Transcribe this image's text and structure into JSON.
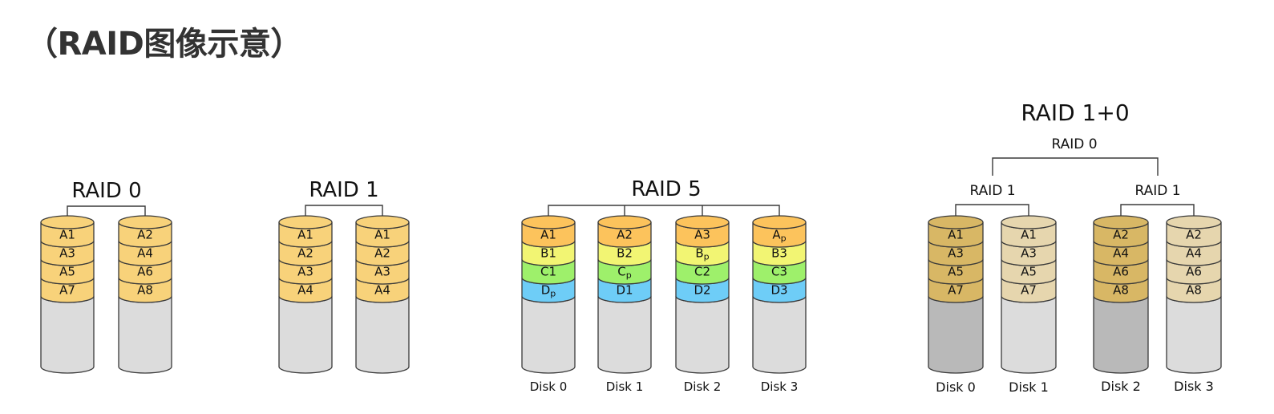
{
  "page_title": "（RAID图像示意）",
  "colors": {
    "stroke": "#3a3a3a",
    "empty_body": "#dcdcdc",
    "yellow": "#f8d27a",
    "orange": "#fcc35c",
    "lime": "#f2f573",
    "green": "#9ef06b",
    "blue": "#6ecdf7",
    "tan_dark": "#d8b765",
    "tan_light": "#e6d6ae",
    "gray_body": "#b9b9b9"
  },
  "diagrams": {
    "raid0": {
      "title": "RAID 0",
      "disks": [
        {
          "blocks": [
            {
              "label": "A1",
              "color": "yellow"
            },
            {
              "label": "A3",
              "color": "yellow"
            },
            {
              "label": "A5",
              "color": "yellow"
            },
            {
              "label": "A7",
              "color": "yellow"
            }
          ],
          "body": "empty_body"
        },
        {
          "blocks": [
            {
              "label": "A2",
              "color": "yellow"
            },
            {
              "label": "A4",
              "color": "yellow"
            },
            {
              "label": "A6",
              "color": "yellow"
            },
            {
              "label": "A8",
              "color": "yellow"
            }
          ],
          "body": "empty_body"
        }
      ]
    },
    "raid1": {
      "title": "RAID 1",
      "disks": [
        {
          "blocks": [
            {
              "label": "A1",
              "color": "yellow"
            },
            {
              "label": "A2",
              "color": "yellow"
            },
            {
              "label": "A3",
              "color": "yellow"
            },
            {
              "label": "A4",
              "color": "yellow"
            }
          ],
          "body": "empty_body"
        },
        {
          "blocks": [
            {
              "label": "A1",
              "color": "yellow"
            },
            {
              "label": "A2",
              "color": "yellow"
            },
            {
              "label": "A3",
              "color": "yellow"
            },
            {
              "label": "A4",
              "color": "yellow"
            }
          ],
          "body": "empty_body"
        }
      ]
    },
    "raid5": {
      "title": "RAID 5",
      "disks": [
        {
          "label": "Disk 0",
          "blocks": [
            {
              "label": "A1",
              "color": "orange"
            },
            {
              "label": "B1",
              "color": "lime"
            },
            {
              "label": "C1",
              "color": "green"
            },
            {
              "label": "Dp",
              "color": "blue"
            }
          ],
          "body": "empty_body"
        },
        {
          "label": "Disk 1",
          "blocks": [
            {
              "label": "A2",
              "color": "orange"
            },
            {
              "label": "B2",
              "color": "lime"
            },
            {
              "label": "Cp",
              "color": "green"
            },
            {
              "label": "D1",
              "color": "blue"
            }
          ],
          "body": "empty_body"
        },
        {
          "label": "Disk 2",
          "blocks": [
            {
              "label": "A3",
              "color": "orange"
            },
            {
              "label": "Bp",
              "color": "lime"
            },
            {
              "label": "C2",
              "color": "green"
            },
            {
              "label": "D2",
              "color": "blue"
            }
          ],
          "body": "empty_body"
        },
        {
          "label": "Disk 3",
          "blocks": [
            {
              "label": "Ap",
              "color": "orange"
            },
            {
              "label": "B3",
              "color": "lime"
            },
            {
              "label": "C3",
              "color": "green"
            },
            {
              "label": "D3",
              "color": "blue"
            }
          ],
          "body": "empty_body"
        }
      ]
    },
    "raid10": {
      "title": "RAID 1+0",
      "top_group_label": "RAID 0",
      "sub_group_labels": [
        "RAID 1",
        "RAID 1"
      ],
      "disks": [
        {
          "label": "Disk 0",
          "blocks": [
            {
              "label": "A1",
              "color": "tan_dark"
            },
            {
              "label": "A3",
              "color": "tan_dark"
            },
            {
              "label": "A5",
              "color": "tan_dark"
            },
            {
              "label": "A7",
              "color": "tan_dark"
            }
          ],
          "body": "gray_body"
        },
        {
          "label": "Disk 1",
          "blocks": [
            {
              "label": "A1",
              "color": "tan_light"
            },
            {
              "label": "A3",
              "color": "tan_light"
            },
            {
              "label": "A5",
              "color": "tan_light"
            },
            {
              "label": "A7",
              "color": "tan_light"
            }
          ],
          "body": "empty_body"
        },
        {
          "label": "Disk 2",
          "blocks": [
            {
              "label": "A2",
              "color": "tan_dark"
            },
            {
              "label": "A4",
              "color": "tan_dark"
            },
            {
              "label": "A6",
              "color": "tan_dark"
            },
            {
              "label": "A8",
              "color": "tan_dark"
            }
          ],
          "body": "gray_body"
        },
        {
          "label": "Disk 3",
          "blocks": [
            {
              "label": "A2",
              "color": "tan_light"
            },
            {
              "label": "A4",
              "color": "tan_light"
            },
            {
              "label": "A6",
              "color": "tan_light"
            },
            {
              "label": "A8",
              "color": "tan_light"
            }
          ],
          "body": "empty_body"
        }
      ]
    }
  }
}
